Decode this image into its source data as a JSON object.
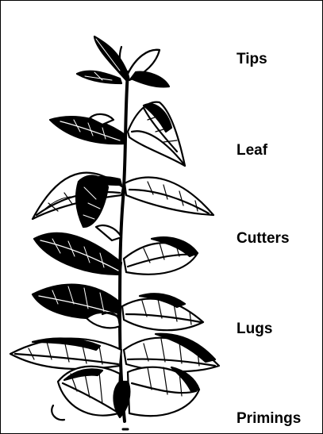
{
  "labels": {
    "tips": "Tips",
    "leaf": "Leaf",
    "cutters": "Cutters",
    "lugs": "Lugs",
    "primings": "Primings"
  }
}
